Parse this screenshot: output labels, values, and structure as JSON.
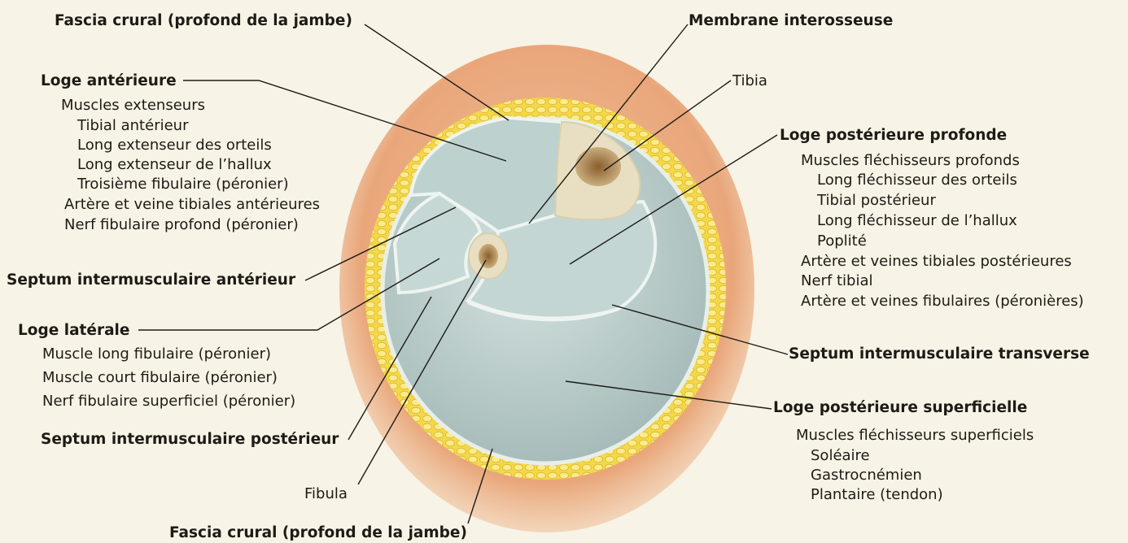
{
  "labels": {
    "fascia_top": "Fascia crural (profond de la jambe)",
    "membrane": "Membrane interosseuse",
    "tibia": "Tibia",
    "loge_anterieure": {
      "title": "Loge antérieure",
      "items": [
        "Muscles extenseurs",
        "Tibial antérieur",
        "Long extenseur des orteils",
        "Long extenseur de l’hallux",
        "Troisième fibulaire (péronier)",
        "Artère et veine tibiales antérieures",
        "Nerf fibulaire profond (péronier)"
      ]
    },
    "loge_post_profonde": {
      "title": "Loge postérieure profonde",
      "items": [
        "Muscles fléchisseurs profonds",
        "Long fléchisseur des orteils",
        "Tibial postérieur",
        "Long fléchisseur de l’hallux",
        "Poplité",
        "Artère et veines tibiales postérieures",
        "Nerf tibial",
        "Artère et veines fibulaires (péronières)"
      ]
    },
    "septum_anterieur": "Septum intermusculaire antérieur",
    "loge_laterale": {
      "title": "Loge latérale",
      "items": [
        "Muscle long fibulaire (péronier)",
        "Muscle court fibulaire (péronier)",
        "Nerf fibulaire superficiel (péronier)"
      ]
    },
    "septum_transverse": "Septum intermusculaire transverse",
    "loge_post_superficielle": {
      "title": "Loge postérieure superficielle",
      "items": [
        "Muscles fléchisseurs superficiels",
        "Soléaire",
        "Gastrocnémien",
        "Plantaire (tendon)"
      ]
    },
    "septum_posterieur": "Septum intermusculaire postérieur",
    "fibula": "Fibula",
    "fascia_bottom": "Fascia crural (profond de la jambe)"
  },
  "colors": {
    "background": "#f7f3e6",
    "skin": "#e8a77a",
    "fat": "#f2d548",
    "compartment": "#b9cdcb",
    "bone": "#e8dfc2",
    "marrow": "#a0743e",
    "leader": "#1e1b16"
  }
}
